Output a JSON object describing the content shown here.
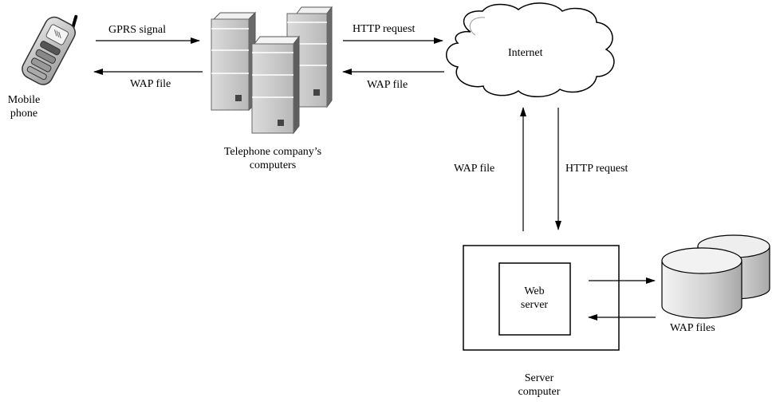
{
  "diagram": {
    "nodes": {
      "mobile_phone": {
        "label": "Mobile\nphone",
        "icon": "mobile-phone-icon"
      },
      "telephone_computers": {
        "label": "Telephone company’s\ncomputers",
        "icon": "server-tower-icon"
      },
      "internet": {
        "label": "Internet",
        "icon": "cloud-icon"
      },
      "server_computer": {
        "label": "Server\ncomputer"
      },
      "web_server": {
        "label": "Web\nserver"
      },
      "wap_files": {
        "label": "WAP files",
        "icon": "database-icon"
      }
    },
    "edges": {
      "phone_to_telco": {
        "label": "GPRS signal"
      },
      "telco_to_phone": {
        "label": "WAP file"
      },
      "telco_to_internet": {
        "label": "HTTP request"
      },
      "internet_to_telco": {
        "label": "WAP file"
      },
      "server_to_internet": {
        "label": "WAP file"
      },
      "internet_to_server": {
        "label": "HTTP request"
      }
    }
  }
}
